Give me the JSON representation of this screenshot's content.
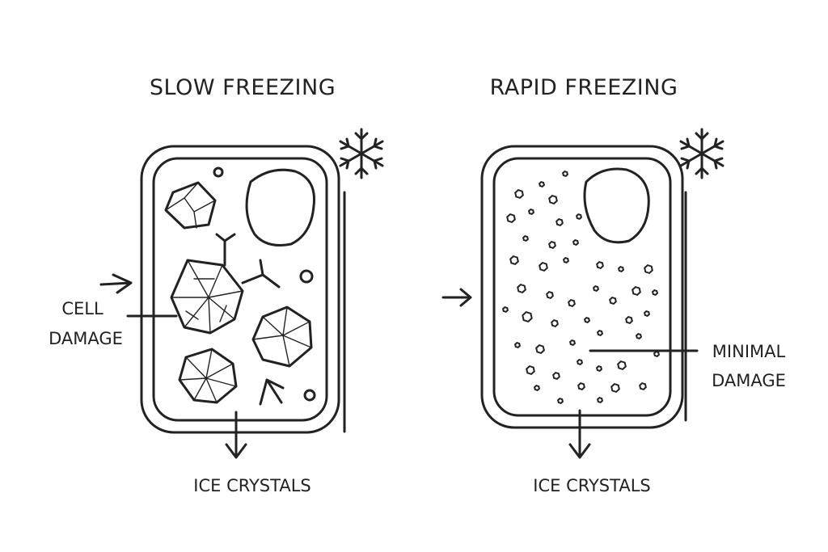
{
  "panels": [
    {
      "title": "SLOW FREEZING",
      "labels": [
        "CELL",
        "DAMAGE"
      ],
      "bottom_label": "ICE CRYSTALS",
      "icon": "snowflake-icon"
    },
    {
      "title": "RAPID FREEZING",
      "labels": [
        "MINIMAL",
        "DAMAGE"
      ],
      "bottom_label": "ICE CRYSTALS",
      "icon": "snowflake-icon"
    }
  ]
}
